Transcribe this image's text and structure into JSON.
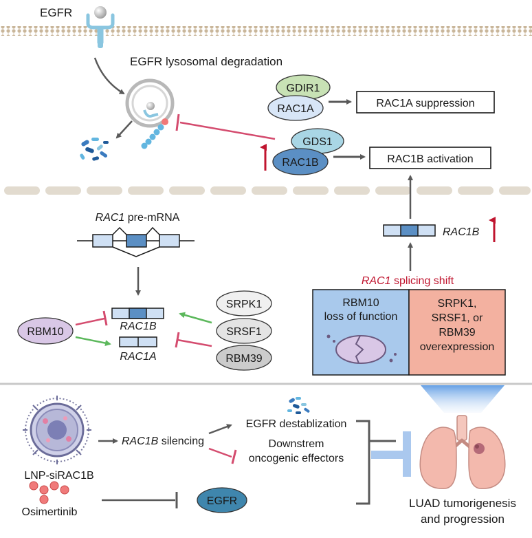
{
  "top": {
    "egfr_label": "EGFR",
    "lysosomal_label": "EGFR lysosomal degradation",
    "gdir1": "GDIR1",
    "rac1a": "RAC1A",
    "rac1a_suppression": "RAC1A suppression",
    "gds1": "GDS1",
    "rac1b": "RAC1B",
    "rac1b_activation": "RAC1B activation"
  },
  "middle": {
    "premrna_gene": "RAC1",
    "premrna_suffix": " pre-mRNA",
    "rbm10": "RBM10",
    "rac1b_isoform": "RAC1B",
    "rac1a_isoform": "RAC1A",
    "srpk1": "SRPK1",
    "srsf1": "SRSF1",
    "rbm39": "RBM39",
    "rac1b_right": "RAC1B",
    "splicing_gene": "RAC1",
    "splicing_suffix": " splicing shift",
    "box_left_line1": "RBM10",
    "box_left_line2": "loss of function",
    "box_right_line1": "SRPK1,",
    "box_right_line2": "SRSF1, or",
    "box_right_line3": "RBM39",
    "box_right_line4": "overexpression"
  },
  "bottom": {
    "lnp_label": "LNP-siRAC1B",
    "silencing_gene": "RAC1B",
    "silencing_suffix": " silencing",
    "egfr_destab": "EGFR destablization",
    "downstream_line1": "Downstrem",
    "downstream_line2": "oncogenic effectors",
    "osimertinib": "Osimertinib",
    "egfr_oval": "EGFR",
    "luad_line1": "LUAD tumorigenesis",
    "luad_line2": "and progression"
  },
  "colors": {
    "inhibit_pink": "#d44b6e",
    "activate_green": "#5cb85c",
    "up_arrow_red": "#c0152f",
    "box_blue": "#a9c9ec",
    "box_salmon": "#f3b1a0",
    "gray_arrow": "#595959"
  }
}
